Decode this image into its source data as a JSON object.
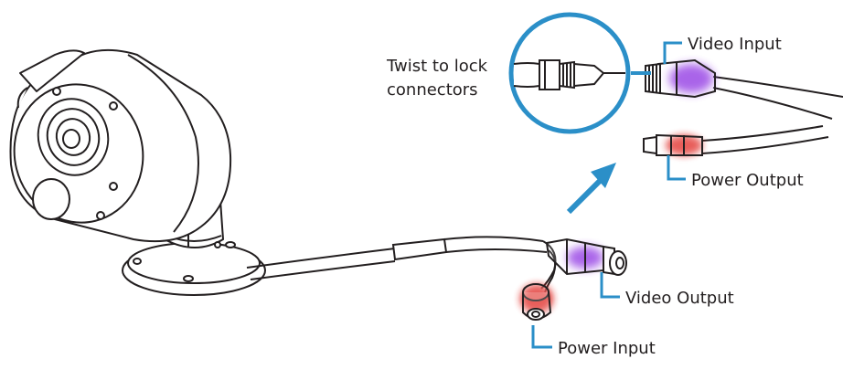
{
  "labels": {
    "twist_line1": "Twist to lock",
    "twist_line2": "connectors",
    "video_input": "Video Input",
    "power_output": "Power Output",
    "video_output": "Video Output",
    "power_input": "Power Input"
  },
  "colors": {
    "outline": "#231f20",
    "callout_blue": "#2b8fc8",
    "video_purple": "#8a2be2",
    "power_red": "#e0231b"
  },
  "icons": {
    "arrow": "arrow-up-right-icon",
    "magnifier": "magnifier-circle-icon"
  }
}
